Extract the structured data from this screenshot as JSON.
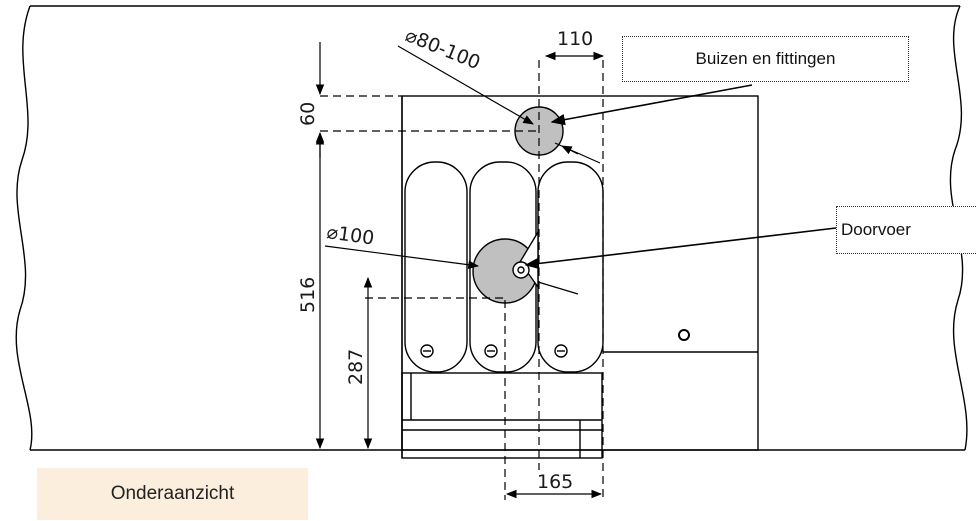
{
  "dimensions": {
    "d_top": "⌀80-100",
    "d_mid": "⌀100",
    "w_110": "110",
    "h_60": "60",
    "h_516": "516",
    "h_287": "287",
    "w_165": "165"
  },
  "callouts": {
    "buizen": "Buizen en fittingen",
    "doorvoer": "Doorvoer"
  },
  "view_label": "Onderaanzicht",
  "colors": {
    "line": "#000000",
    "hole_fill": "#c0c0c0",
    "label_bg": "#fbeedd"
  }
}
